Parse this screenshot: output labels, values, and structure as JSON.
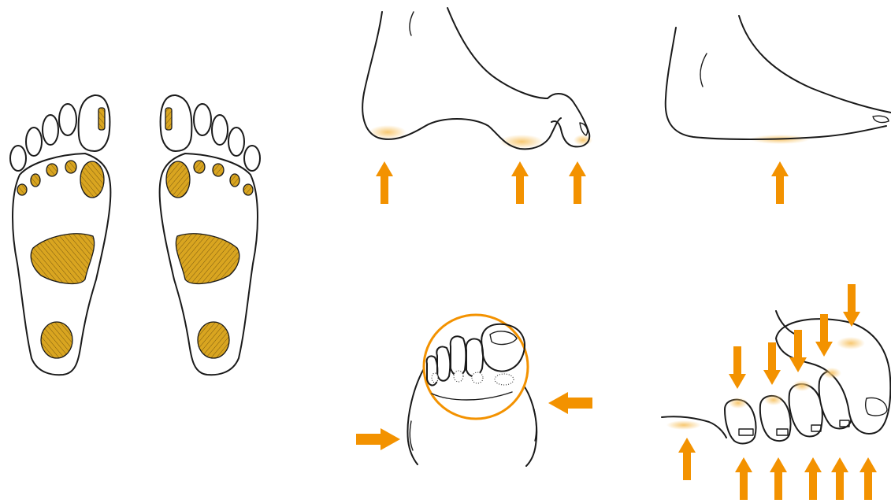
{
  "colors": {
    "accent": "#f39200",
    "pressure_fill": "#d9a520",
    "glow": "#f7c56a",
    "ink": "#1a1a1a",
    "background": "#ffffff"
  },
  "panels": [
    {
      "name": "plantar-pressure-map",
      "icon": "footprint-pair"
    },
    {
      "name": "claw-toe-side-view",
      "icon": "foot-side-toe-contact"
    },
    {
      "name": "flat-foot-side-view",
      "icon": "foot-side-flat"
    },
    {
      "name": "toe-front-view-compression",
      "icon": "toes-front-circle"
    },
    {
      "name": "toe-side-view-compression",
      "icon": "toes-side-pressure"
    }
  ]
}
